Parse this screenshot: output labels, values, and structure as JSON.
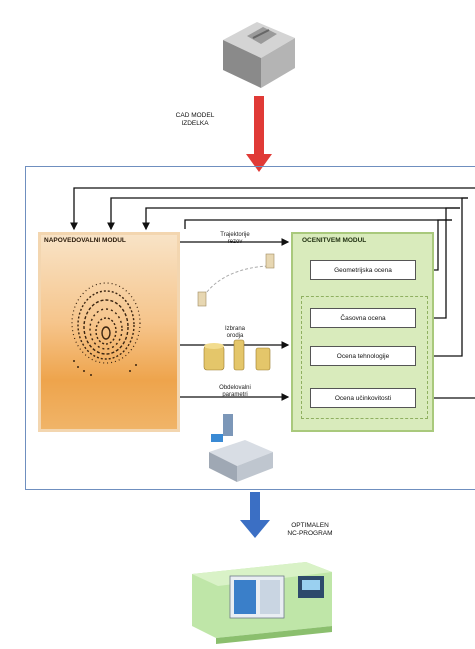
{
  "cad_label": [
    "CAD MODEL",
    "IZDELKA"
  ],
  "napovedovalni_title": "NAPOVEDOVALNI MODUL",
  "ocenitvem_title": "OCENITVEM MODUL",
  "eval_boxes": [
    "Geometrijska ocena",
    "Časovna ocena",
    "Ocena tehnologije",
    "Ocena učinkovitosti"
  ],
  "trajektorije_label": [
    "Trajektorije",
    "rezov"
  ],
  "izbrana_label": [
    "Izbrana",
    "orodja"
  ],
  "obdelovalni_label": [
    "Obdelovalni",
    "parametri"
  ],
  "optimal_label": [
    "OPTIMALEN",
    "NC-PROGRAM"
  ],
  "colors": {
    "red_arrow": "#e03a36",
    "blue_arrow": "#3b6fc4",
    "frame": "#6f8fbf",
    "napo_bg": "#f6c58c",
    "ocen_bg": "#d9ebbc"
  }
}
